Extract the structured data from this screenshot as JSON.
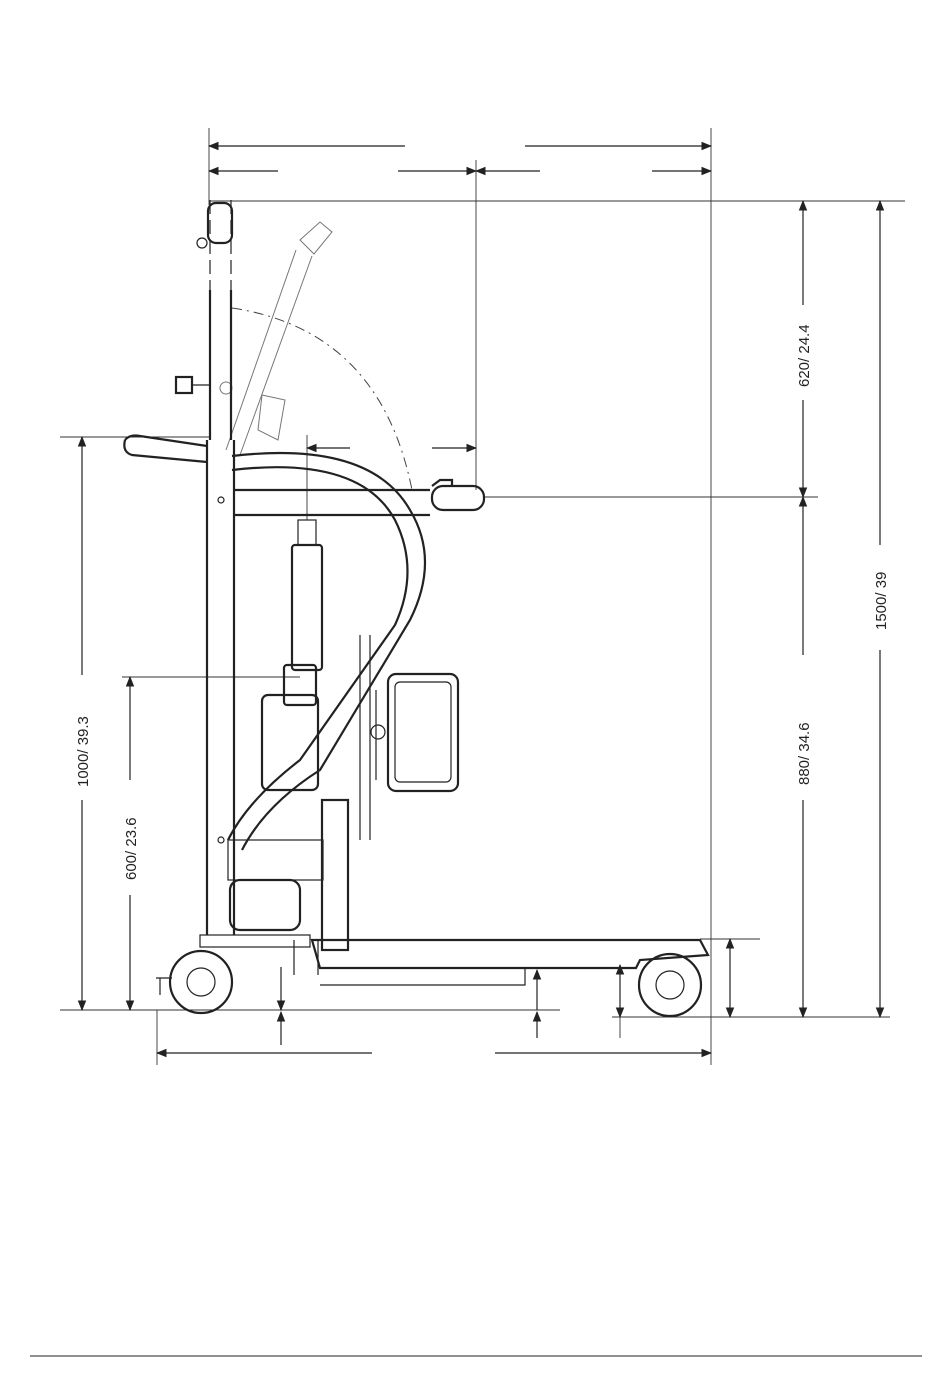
{
  "dimensions": {
    "dim_620": "620/ 24.4",
    "dim_880": "880/ 34.6",
    "dim_1500": "1500/ 39",
    "dim_1000": "1000/ 39.3",
    "dim_600": "600/ 23.6"
  },
  "colors": {
    "line": "#222222",
    "background": "#ffffff"
  }
}
